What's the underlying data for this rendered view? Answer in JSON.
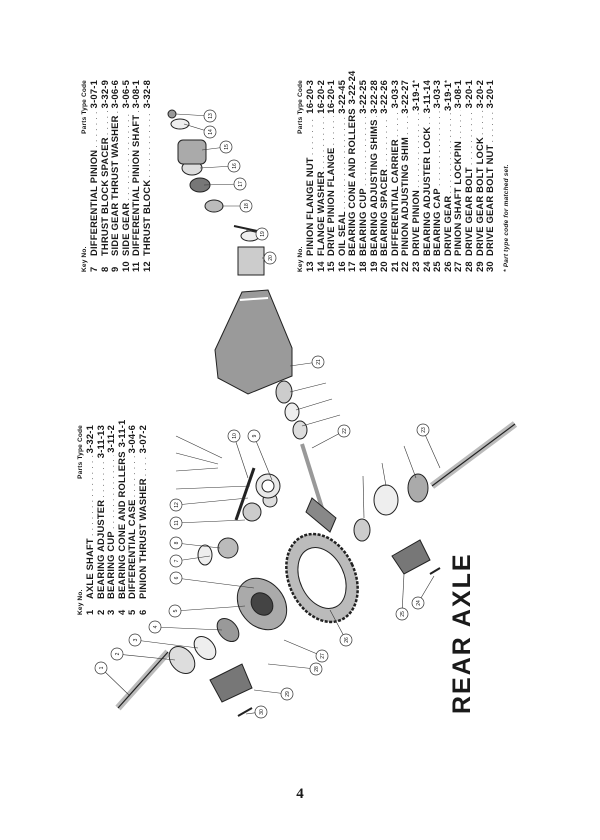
{
  "page": {
    "title": "REAR AXLE",
    "page_number": "4",
    "footnote": "* Part type code for matched set."
  },
  "table_headers": {
    "key": "Key No.",
    "code": "Parts Type Code"
  },
  "parts_group_a": [
    {
      "key": "1",
      "name": "Axle Shaft",
      "code": "3-32-1"
    },
    {
      "key": "2",
      "name": "Bearing Adjuster",
      "code": "3-11-13"
    },
    {
      "key": "3",
      "name": "Bearing Cup",
      "code": "3-11-2"
    },
    {
      "key": "4",
      "name": "Bearing Cone and Rollers",
      "code": "3-11-1"
    },
    {
      "key": "5",
      "name": "Differential Case",
      "code": "3-04-6"
    },
    {
      "key": "6",
      "name": "Pinion Thrust Washer",
      "code": "3-07-2"
    }
  ],
  "parts_group_b": [
    {
      "key": "7",
      "name": "Differential Pinion",
      "code": "3-07-1"
    },
    {
      "key": "8",
      "name": "Thrust Block Spacer",
      "code": "3-32-9"
    },
    {
      "key": "9",
      "name": "Side Gear Thrust Washer",
      "code": "3-06-6"
    },
    {
      "key": "10",
      "name": "Side Gear",
      "code": "3-06-5"
    },
    {
      "key": "11",
      "name": "Differential Pinion Shaft",
      "code": "3-08-1"
    },
    {
      "key": "12",
      "name": "Thrust Block",
      "code": "3-32-8"
    }
  ],
  "parts_group_c": [
    {
      "key": "13",
      "name": "Pinion Flange Nut",
      "code": "16-20-3"
    },
    {
      "key": "14",
      "name": "Flange Washer",
      "code": "16-20-2"
    },
    {
      "key": "15",
      "name": "Drive Pinion Flange",
      "code": "16-20-1"
    },
    {
      "key": "16",
      "name": "Oil Seal",
      "code": "3-22-45"
    },
    {
      "key": "17",
      "name": "Bearing Cone and Rollers",
      "code": "3-22-24"
    },
    {
      "key": "18",
      "name": "Bearing Cup",
      "code": "3-22-25"
    },
    {
      "key": "19",
      "name": "Bearing Adjusting Shims",
      "code": "3-22-28"
    },
    {
      "key": "20",
      "name": "Bearing Spacer",
      "code": "3-22-26"
    },
    {
      "key": "21",
      "name": "Differential Carrier",
      "code": "3-03-3"
    },
    {
      "key": "22",
      "name": "Pinion Adjusting Shim",
      "code": "3-22-27"
    },
    {
      "key": "23",
      "name": "Drive Pinion",
      "code": "3-19-1",
      "mark": "*"
    },
    {
      "key": "24",
      "name": "Bearing Adjuster Lock",
      "code": "3-11-14"
    },
    {
      "key": "25",
      "name": "Bearing Cap",
      "code": "3-03-3"
    },
    {
      "key": "26",
      "name": "Drive Gear",
      "code": "3-19-1",
      "mark": "*"
    },
    {
      "key": "27",
      "name": "Pinion Shaft Lockpin",
      "code": "3-08-1"
    },
    {
      "key": "28",
      "name": "Drive Gear Bolt",
      "code": "3-20-1"
    },
    {
      "key": "29",
      "name": "Drive Gear Bolt Lock",
      "code": "3-20-2"
    },
    {
      "key": "30",
      "name": "Drive Gear Bolt Nut",
      "code": "3-20-1"
    }
  ],
  "callouts": [
    "1",
    "2",
    "3",
    "4",
    "5",
    "6",
    "7",
    "8",
    "9",
    "10",
    "11",
    "12",
    "13",
    "14",
    "15",
    "16",
    "17",
    "18",
    "19",
    "20",
    "21",
    "22",
    "23",
    "24",
    "25",
    "26",
    "27",
    "28",
    "29",
    "30"
  ]
}
